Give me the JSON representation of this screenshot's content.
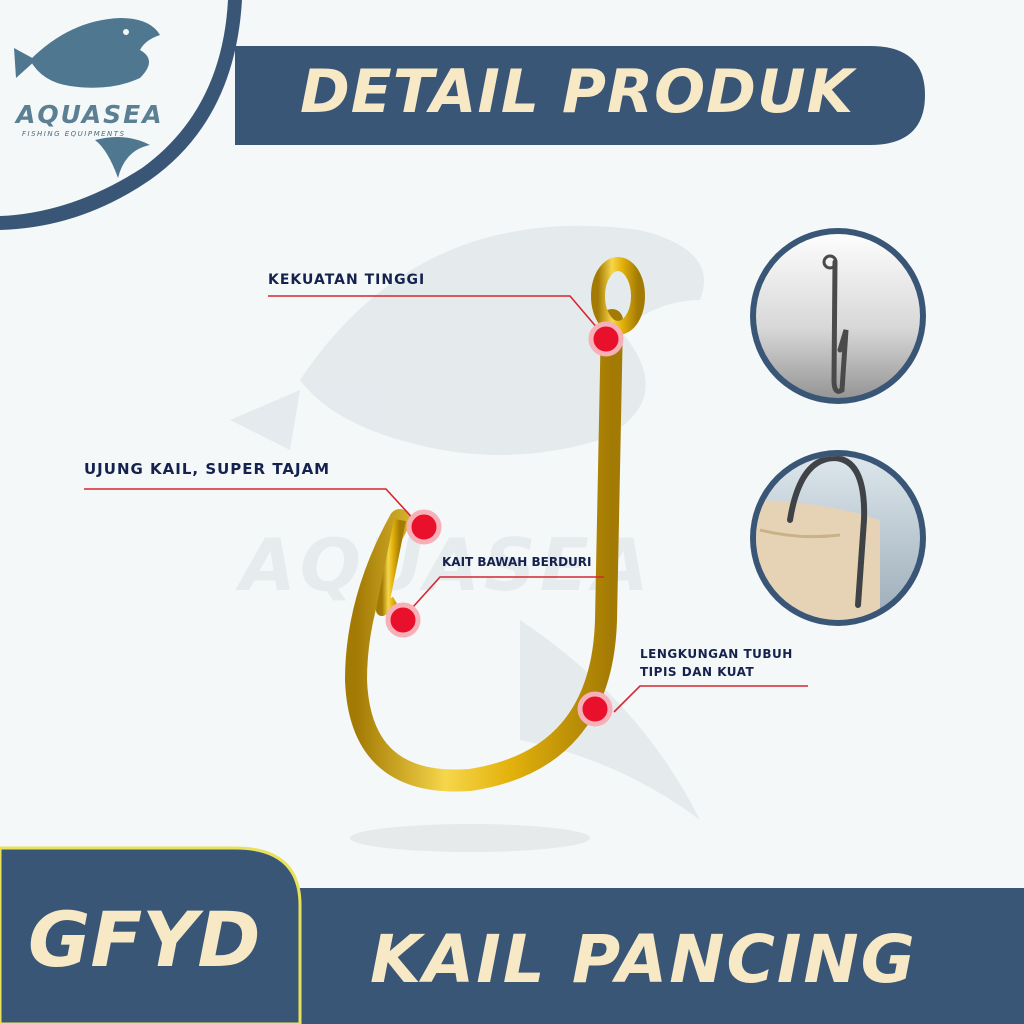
{
  "header": {
    "title": "DETAIL PRODUK"
  },
  "brand": {
    "name": "AQUASEA",
    "tagline": "FISHING EQUIPMENTS"
  },
  "callouts": {
    "strength": "KEKUATAN TINGGI",
    "tip": "UJUNG KAIL, SUPER TAJAM",
    "barb": "KAIT BAWAH BERDURI",
    "curve_line1": "LENGKUNGAN TUBUH",
    "curve_line2": "TIPIS DAN KUAT"
  },
  "footer": {
    "code": "GFYD",
    "product": "KAIL PANCING"
  },
  "colors": {
    "navy": "#3a5677",
    "gold": "#e3b20c",
    "cream": "#f7e9c6",
    "marker_red": "#e8102a",
    "callout_text": "#15224e",
    "accent_yellow": "#e8e25a"
  }
}
